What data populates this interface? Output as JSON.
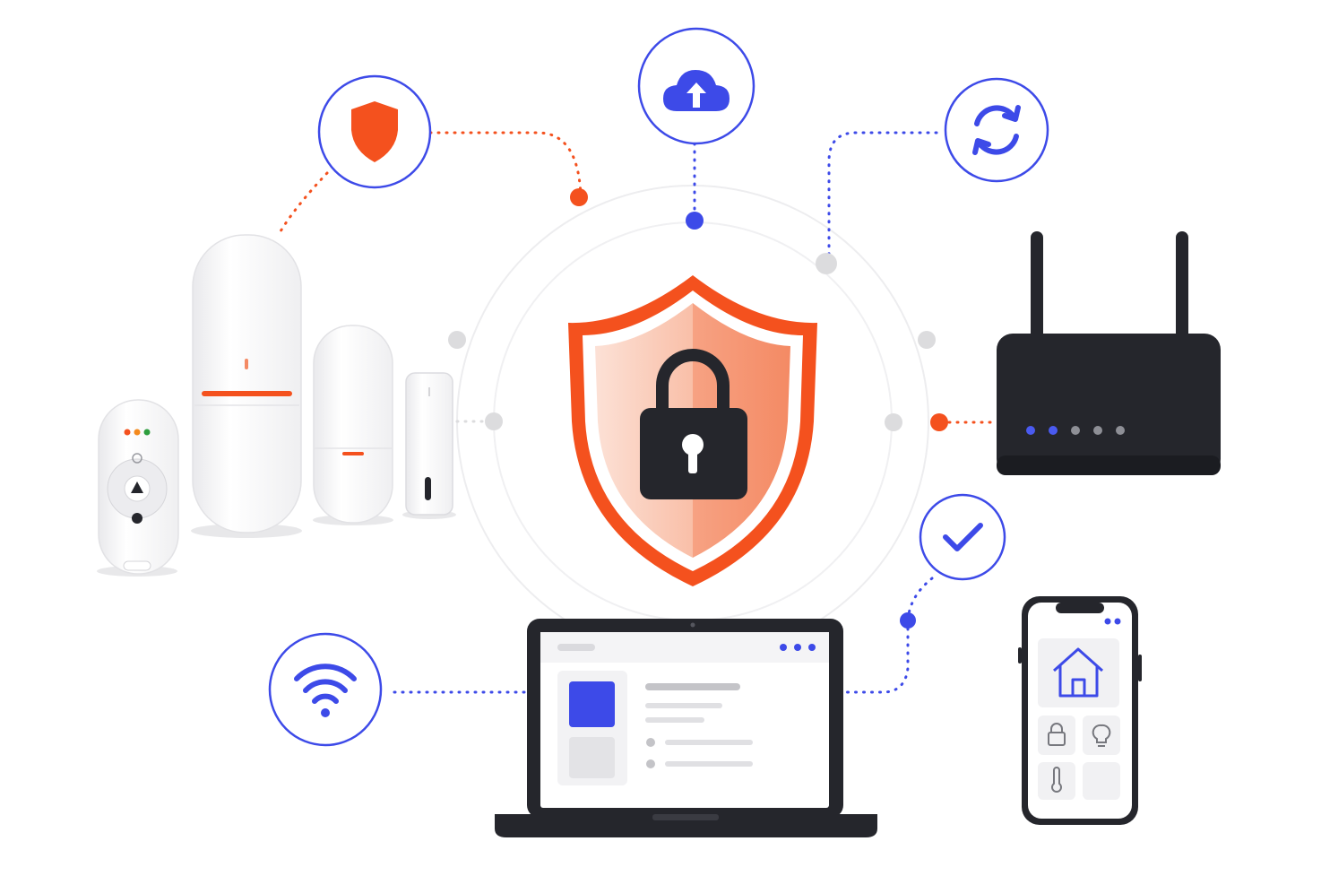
{
  "colors": {
    "accent_orange": "#F4511E",
    "accent_blue": "#3D4AE8",
    "ring_gray": "#E6E6E8",
    "node_gray": "#DCDCDE",
    "device_dark": "#25262C",
    "device_white": "#FFFFFF",
    "shield_fill": "#F8A98E",
    "indicator_gray": "#8E8F96"
  },
  "icons": {
    "top_left": "shield-icon",
    "top_center": "cloud-upload-icon",
    "top_right": "sync-icon",
    "right": "check-icon",
    "bottom_left": "wifi-icon",
    "center": "padlock-icon"
  },
  "devices": [
    "remote-key-fob",
    "motion-sensor-large",
    "motion-sensor-small",
    "door-contact-sensor",
    "wifi-router",
    "laptop",
    "smartphone"
  ],
  "router": {
    "indicator_lights": 5,
    "active_lights": 2
  },
  "phone_app": {
    "tiles": [
      "home-icon",
      "lock-icon",
      "bulb-icon",
      "thermometer-icon",
      "empty-tile"
    ]
  }
}
